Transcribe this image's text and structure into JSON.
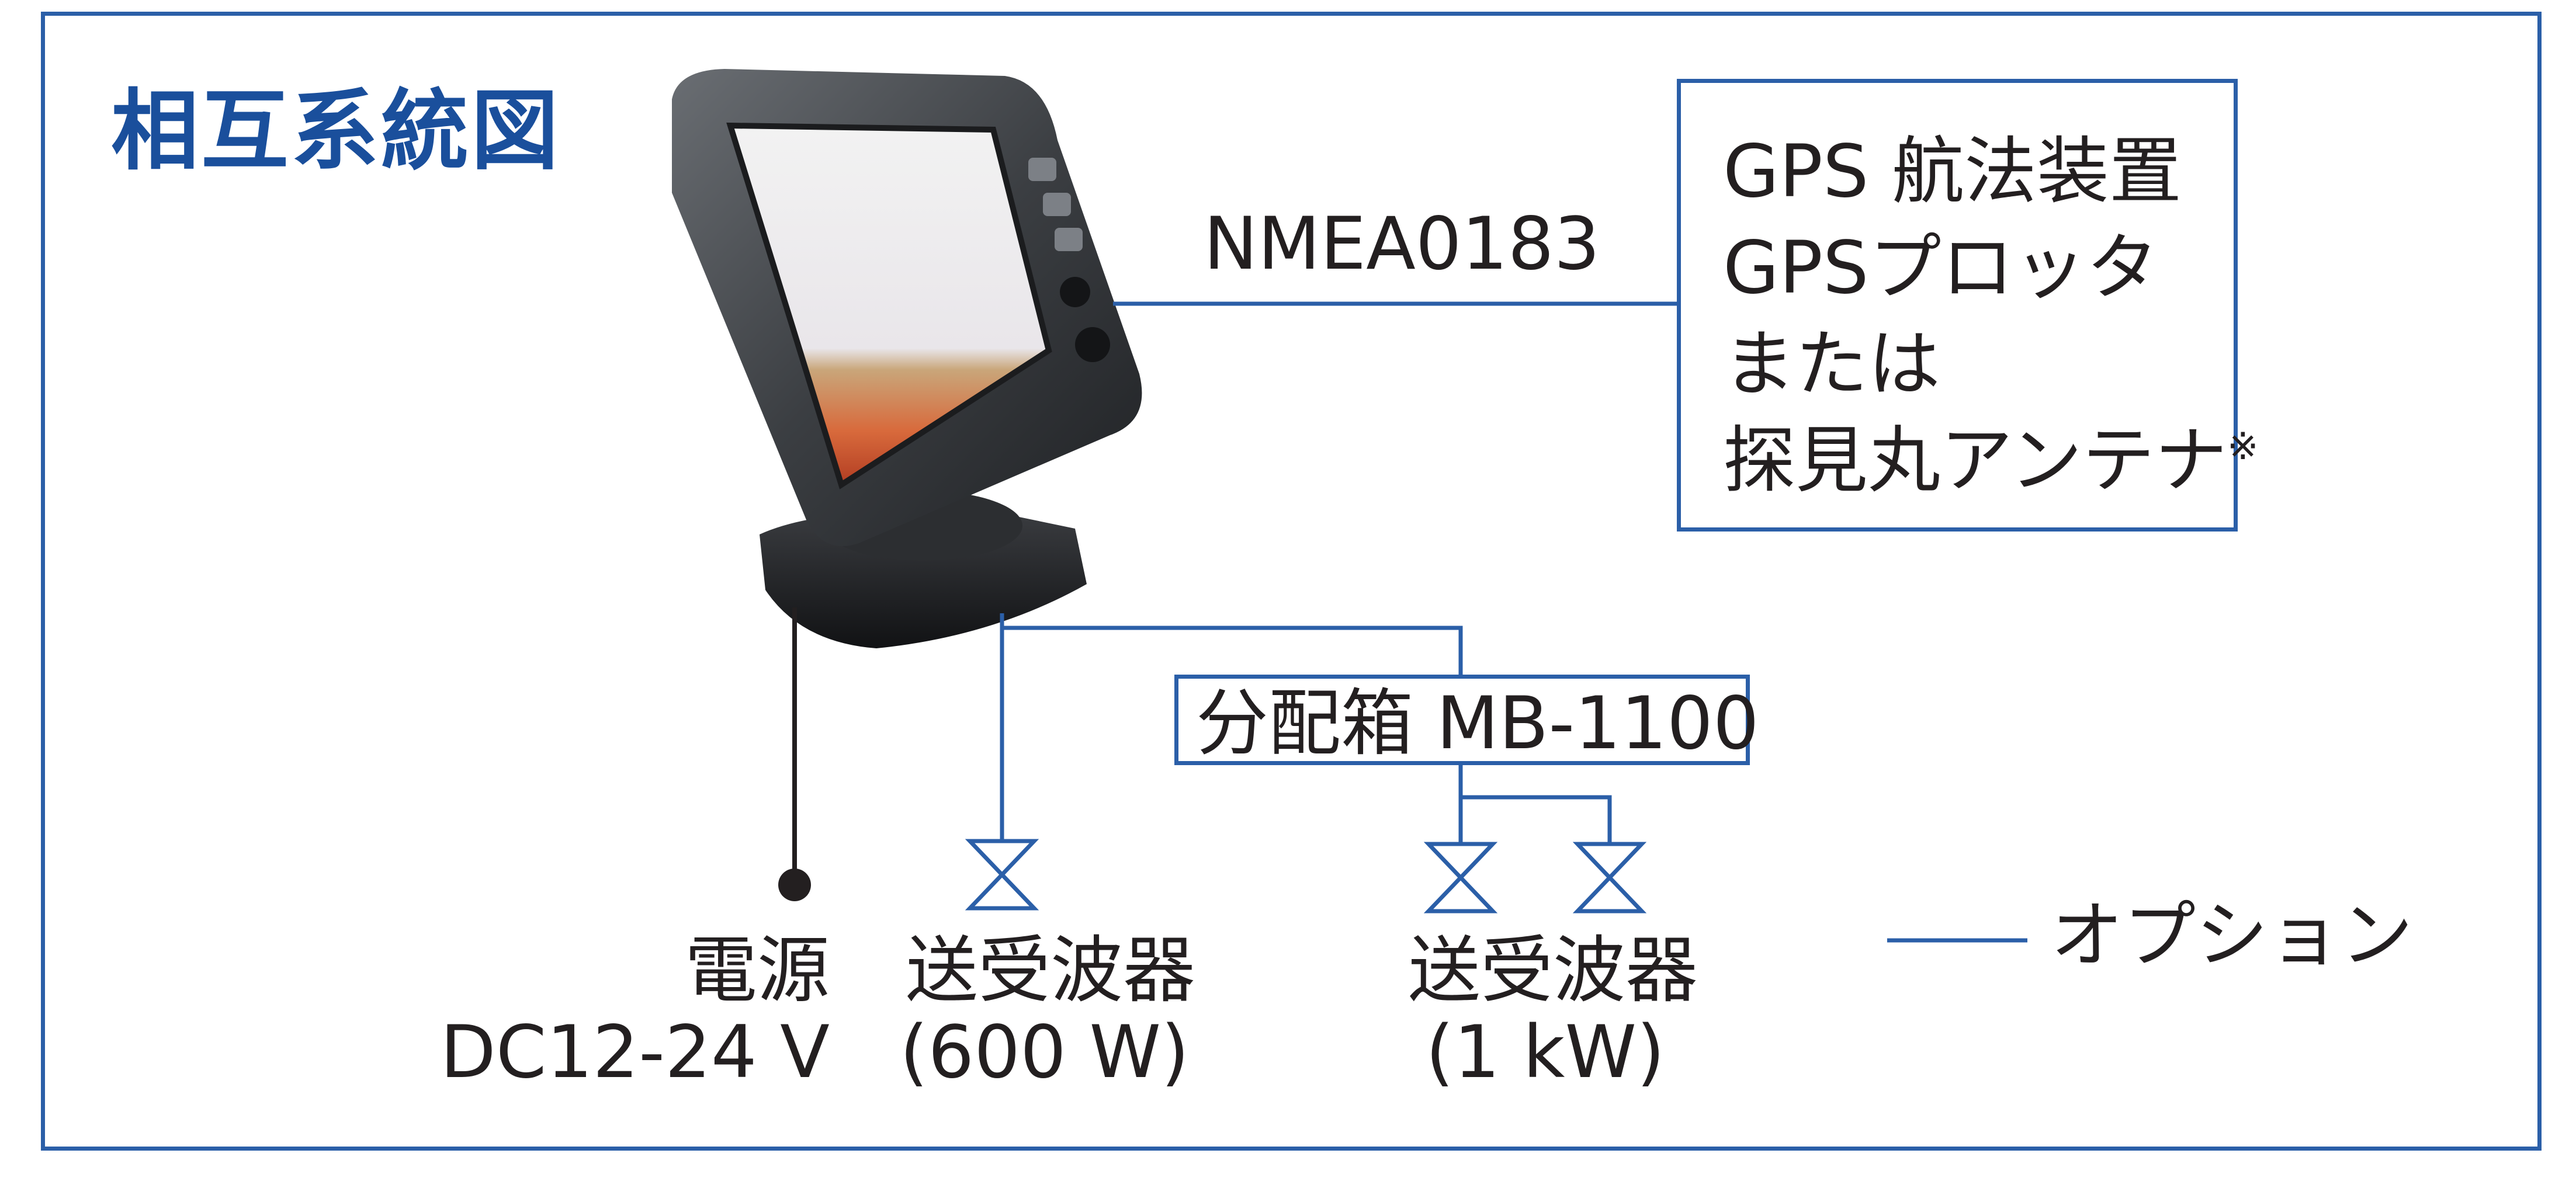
{
  "title": "相互系統図",
  "connection_label": "NMEA0183",
  "gps_box": {
    "lines": [
      "GPS 航法装置",
      "GPSプロッタ",
      "または",
      "探見丸アンテナ"
    ],
    "note_mark": "※"
  },
  "junction_box_label": "分配箱 MB-1100",
  "power": {
    "label": "電源",
    "spec": "DC12-24 V"
  },
  "transducer_600": {
    "label": "送受波器",
    "spec": "(600 W)"
  },
  "transducer_1kw": {
    "label": "送受波器",
    "spec": "(1 kW)"
  },
  "legend": {
    "label": "オプション"
  },
  "colors": {
    "accent": "#2b5fa8",
    "title": "#1a4f9c",
    "text": "#231f20"
  }
}
